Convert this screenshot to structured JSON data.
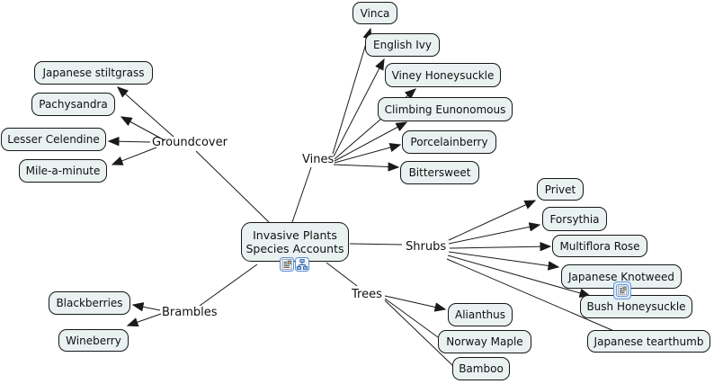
{
  "root": {
    "line1": "Invasive Plants",
    "line2": "Species Accounts",
    "icons": [
      "document-list-icon",
      "org-chart-icon"
    ]
  },
  "branches": {
    "groundcover": {
      "label": "Groundcover",
      "children": [
        "Japanese stiltgrass",
        "Pachysandra",
        "Lesser Celendine",
        "Mile-a-minute"
      ]
    },
    "vines": {
      "label": "Vines",
      "children": [
        "Vinca",
        "English Ivy",
        "Viney Honeysuckle",
        "Climbing Eunonomous",
        "Porcelainberry",
        "Bittersweet"
      ]
    },
    "shrubs": {
      "label": "Shrubs",
      "children": [
        "Privet",
        "Forsythia",
        "Multiflora Rose",
        "Japanese Knotweed",
        "Bush Honeysuckle",
        "Japanese tearthumb"
      ],
      "child_icon": {
        "node": "Bush Honeysuckle",
        "icon": "document-list-icon"
      }
    },
    "trees": {
      "label": "Trees",
      "children": [
        "Alianthus",
        "Norway Maple",
        "Bamboo"
      ]
    },
    "brambles": {
      "label": "Brambles",
      "children": [
        "Blackberries",
        "Wineberry"
      ]
    }
  },
  "colors": {
    "background": "#ffffff",
    "node_fill": "#e9f1f1",
    "node_border": "#161616",
    "connector_line": "#1a1a1a",
    "icon_accent": "#5a8ed6"
  }
}
